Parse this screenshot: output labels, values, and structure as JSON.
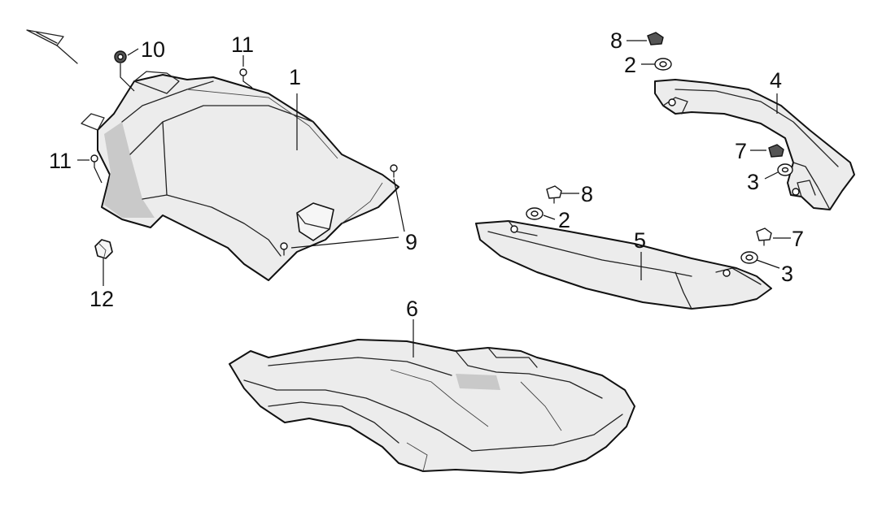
{
  "callouts": {
    "c1": "1",
    "c2a": "2",
    "c2b": "2",
    "c3a": "3",
    "c3b": "3",
    "c4": "4",
    "c5": "5",
    "c6": "6",
    "c7a": "7",
    "c7b": "7",
    "c8a": "8",
    "c8b": "8",
    "c9": "9",
    "c10": "10",
    "c11a": "11",
    "c11b": "11",
    "c12": "12"
  }
}
